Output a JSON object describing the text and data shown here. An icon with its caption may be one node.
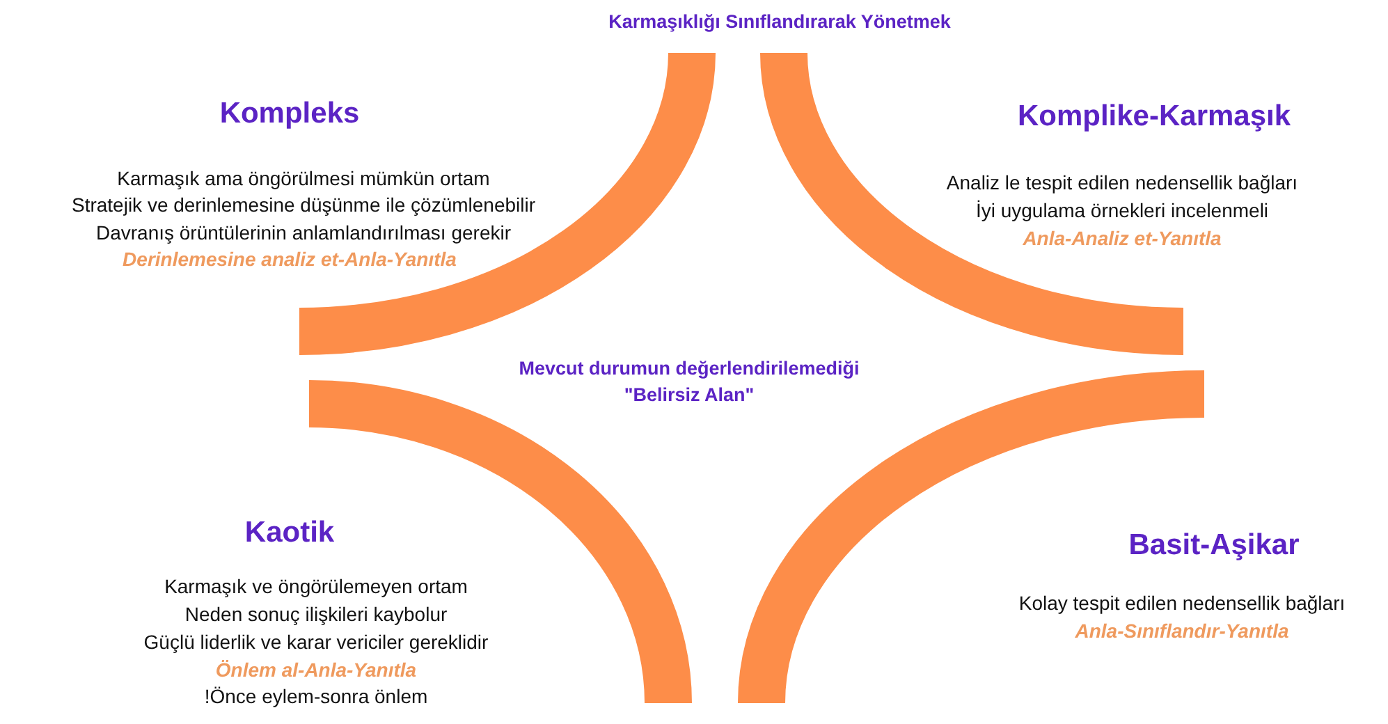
{
  "diagram": {
    "title": "Karmaşıklığı Sınıflandırarak Yönetmek",
    "labels": [
      "Kompleks",
      "Karmaşık ama öngörülmesi mümkün ortam",
      "Stratejik ve derinlemesine düşünme ile çözümlenebilir",
      "Davranış örüntülerinin anlamlandırılması gerekir",
      "Derinlemesine analiz et-Anla-Yanıtla",
      "Komplike-Karmaşık",
      "Analiz le tespit edilen nedensellik bağları",
      "İyi uygulama örnekleri incelenmeli",
      "Anla-Analiz et-Yanıtla",
      "Mevcut durumun değerlendirilemediği",
      "\"Belirsiz Alan\"",
      "Kaotik",
      "Karmaşık ve öngörülemeyen ortam",
      "Neden sonuç ilişkileri kaybolur",
      "Güçlü liderlik ve karar vericiler gereklidir",
      "Önlem al-Anla-Yanıtla",
      "!Önce eylem-sonra önlem",
      "Basit-Aşikar",
      "Kolay tespit edilen nedensellik bağları",
      "Anla-Sınıflandır-Yanıtla"
    ]
  }
}
